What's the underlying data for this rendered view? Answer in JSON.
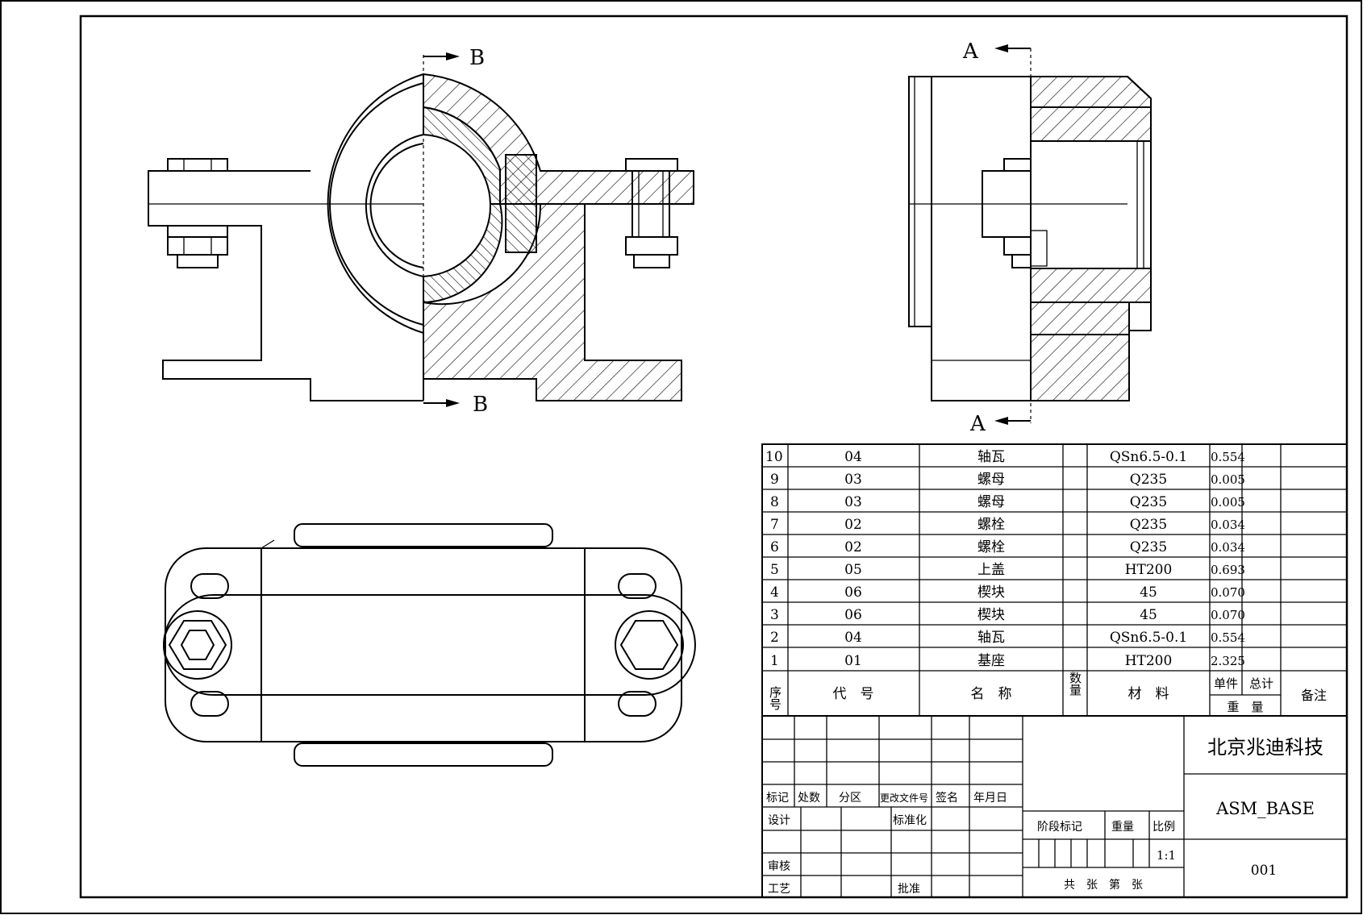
{
  "section_labels": {
    "b_top": "B",
    "b_bottom": "B",
    "a_top": "A",
    "a_bottom": "A"
  },
  "bom": {
    "rows": [
      {
        "no": "10",
        "code": "04",
        "name": "轴瓦",
        "qty": "",
        "material": "QSn6.5-0.1",
        "unit_weight": "0.554",
        "total_weight": "",
        "remark": ""
      },
      {
        "no": "9",
        "code": "03",
        "name": "螺母",
        "qty": "",
        "material": "Q235",
        "unit_weight": "0.005",
        "total_weight": "",
        "remark": ""
      },
      {
        "no": "8",
        "code": "03",
        "name": "螺母",
        "qty": "",
        "material": "Q235",
        "unit_weight": "0.005",
        "total_weight": "",
        "remark": ""
      },
      {
        "no": "7",
        "code": "02",
        "name": "螺栓",
        "qty": "",
        "material": "Q235",
        "unit_weight": "0.034",
        "total_weight": "",
        "remark": ""
      },
      {
        "no": "6",
        "code": "02",
        "name": "螺栓",
        "qty": "",
        "material": "Q235",
        "unit_weight": "0.034",
        "total_weight": "",
        "remark": ""
      },
      {
        "no": "5",
        "code": "05",
        "name": "上盖",
        "qty": "",
        "material": "HT200",
        "unit_weight": "0.693",
        "total_weight": "",
        "remark": ""
      },
      {
        "no": "4",
        "code": "06",
        "name": "楔块",
        "qty": "",
        "material": "45",
        "unit_weight": "0.070",
        "total_weight": "",
        "remark": ""
      },
      {
        "no": "3",
        "code": "06",
        "name": "楔块",
        "qty": "",
        "material": "45",
        "unit_weight": "0.070",
        "total_weight": "",
        "remark": ""
      },
      {
        "no": "2",
        "code": "04",
        "name": "轴瓦",
        "qty": "",
        "material": "QSn6.5-0.1",
        "unit_weight": "0.554",
        "total_weight": "",
        "remark": ""
      },
      {
        "no": "1",
        "code": "01",
        "name": "基座",
        "qty": "",
        "material": "HT200",
        "unit_weight": "2.325",
        "total_weight": "",
        "remark": ""
      }
    ],
    "headers": {
      "no": "序号",
      "code": "代　号",
      "name": "名　称",
      "qty": "数量",
      "material": "材　料",
      "unit": "单件",
      "total": "总计",
      "weight": "重　量",
      "remark": "备注"
    }
  },
  "title_block": {
    "company": "北京兆迪科技",
    "drawing_name": "ASM_BASE",
    "drawing_no": "001",
    "scale": "1:1",
    "labels": {
      "mark": "标记",
      "count": "处数",
      "zone": "分区",
      "change_doc": "更改文件号",
      "signature": "签名",
      "date": "年月日",
      "design": "设计",
      "standardize": "标准化",
      "review": "审核",
      "process": "工艺",
      "approve": "批准",
      "stage_mark": "阶段标记",
      "weight": "重量",
      "scale": "比例",
      "sheets": "共　张　第　张"
    }
  }
}
